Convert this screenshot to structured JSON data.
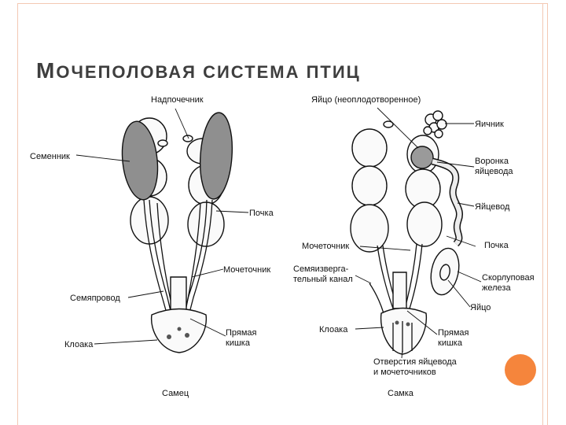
{
  "title": {
    "first_letter": "М",
    "rest": "очеполовая система птиц"
  },
  "male": {
    "caption": "Самец",
    "labels": {
      "adrenal": "Надпочечник",
      "testis": "Семенник",
      "kidney": "Почка",
      "ureter": "Мочеточник",
      "vas_deferens": "Семяпровод",
      "rectum_1": "Прямая",
      "rectum_2": "кишка",
      "cloaca": "Клоака"
    }
  },
  "female": {
    "caption": "Самка",
    "labels": {
      "egg_unfertilized": "Яйцо (неоплодотворенное)",
      "ovary": "Яичник",
      "funnel_1": "Воронка",
      "funnel_2": "яйцевода",
      "oviduct": "Яйцевод",
      "kidney": "Почка",
      "ureter": "Мочеточник",
      "ejac_1": "Семяизверга-",
      "ejac_2": "тельный канал",
      "shell_1": "Скорлуповая",
      "shell_2": "железа",
      "egg": "Яйцо",
      "cloaca": "Клоака",
      "rectum_1": "Прямая",
      "rectum_2": "кишка",
      "openings_1": "Отверстия яйцевода",
      "openings_2": "и мочеточников"
    }
  },
  "colors": {
    "frame": "#f3c8b3",
    "accent_dot": "#f5853c",
    "testis_fill": "#8f8f8f",
    "title": "#3e3e3e"
  }
}
